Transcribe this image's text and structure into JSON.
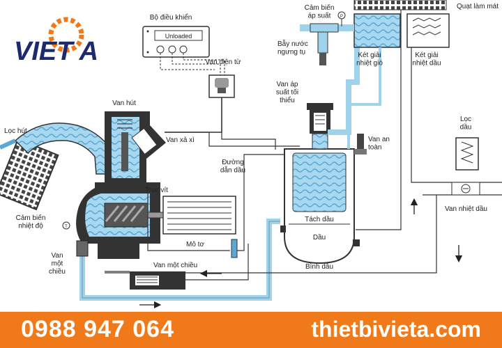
{
  "brand": {
    "logo_text": "VIET A"
  },
  "labels": {
    "controller": "Bộ điều khiển",
    "controller_screen": "Unloaded",
    "solenoid_valve": "Van điện từ",
    "pressure_sensor_top": "Cảm biến\náp suất",
    "water_trap": "Bẫy nước\nngưng tụ",
    "air_cooler": "Két giải\nnhiệt gió",
    "oil_cooler": "Két giải\nnhiệt dầu",
    "cooling_fan": "Quạt làm mát",
    "min_pressure_valve": "Van áp\nsuất tối\nthiểu",
    "safety_valve": "Van an\ntoàn",
    "inlet_valve": "Van hút",
    "vent_valve": "Van xả xì",
    "oil_line": "Đường\ndẫn dầu",
    "oil_filter": "Lọc\ndầu",
    "thermostat_valve": "Van nhiệt dầu",
    "air_filter": "Lọc hút",
    "temp_sensor": "Cảm biến\nnhiệt độ",
    "screw_shaft": "Trục vít",
    "separator": "Tách dầu",
    "oil": "Dầu",
    "oil_tank": "Bình dầu",
    "motor": "Mô tơ",
    "check_valve_right": "Van một chiều",
    "check_valve_left": "Van\nmột\nchiều",
    "sensor_symbol_p": "P",
    "sensor_symbol_t": "T"
  },
  "footer": {
    "phone": "0988 947 064",
    "website": "thietbivieta.com"
  },
  "colors": {
    "air": "#9fd3ec",
    "air_dark": "#5aa8d6",
    "orange": "#f07a1a",
    "navy": "#1d2a6b",
    "line": "#333333"
  }
}
